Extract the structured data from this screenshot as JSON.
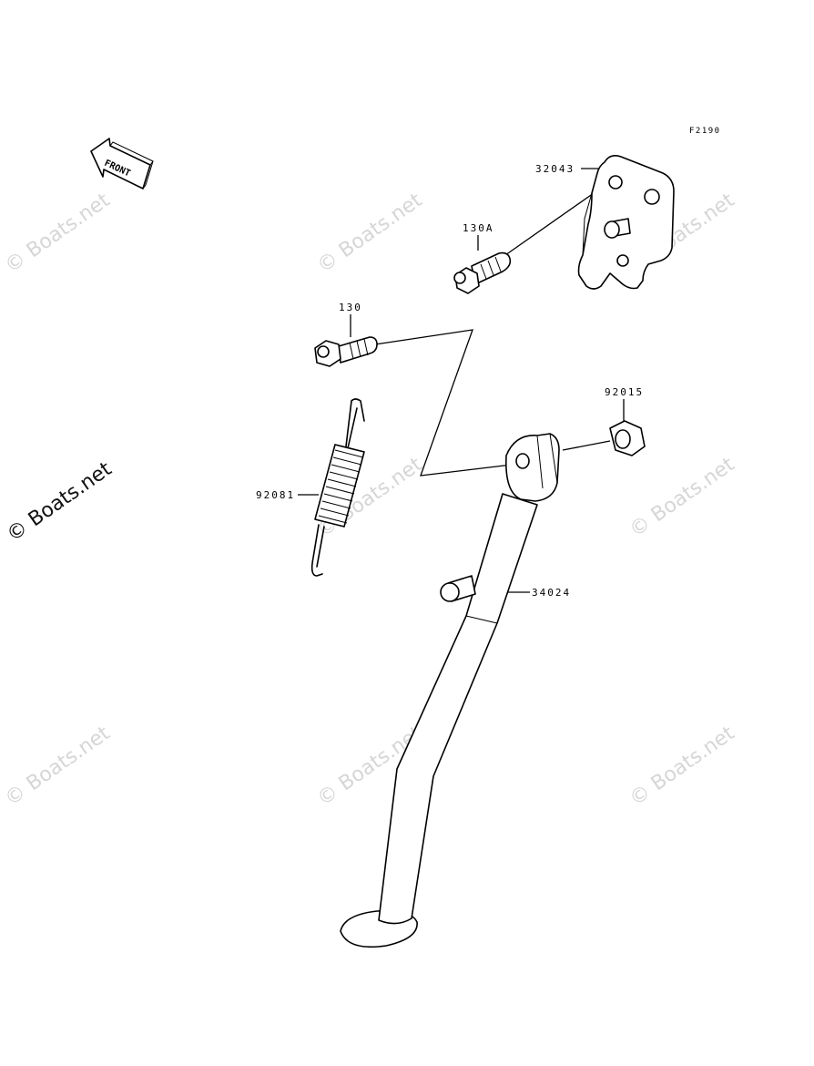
{
  "figure_code": "F2190",
  "front_label": "FRONT",
  "watermark": "© Boats.net",
  "parts": [
    {
      "number": "32043"
    },
    {
      "number": "130A"
    },
    {
      "number": "130"
    },
    {
      "number": "92015"
    },
    {
      "number": "92081"
    },
    {
      "number": "34024"
    }
  ]
}
